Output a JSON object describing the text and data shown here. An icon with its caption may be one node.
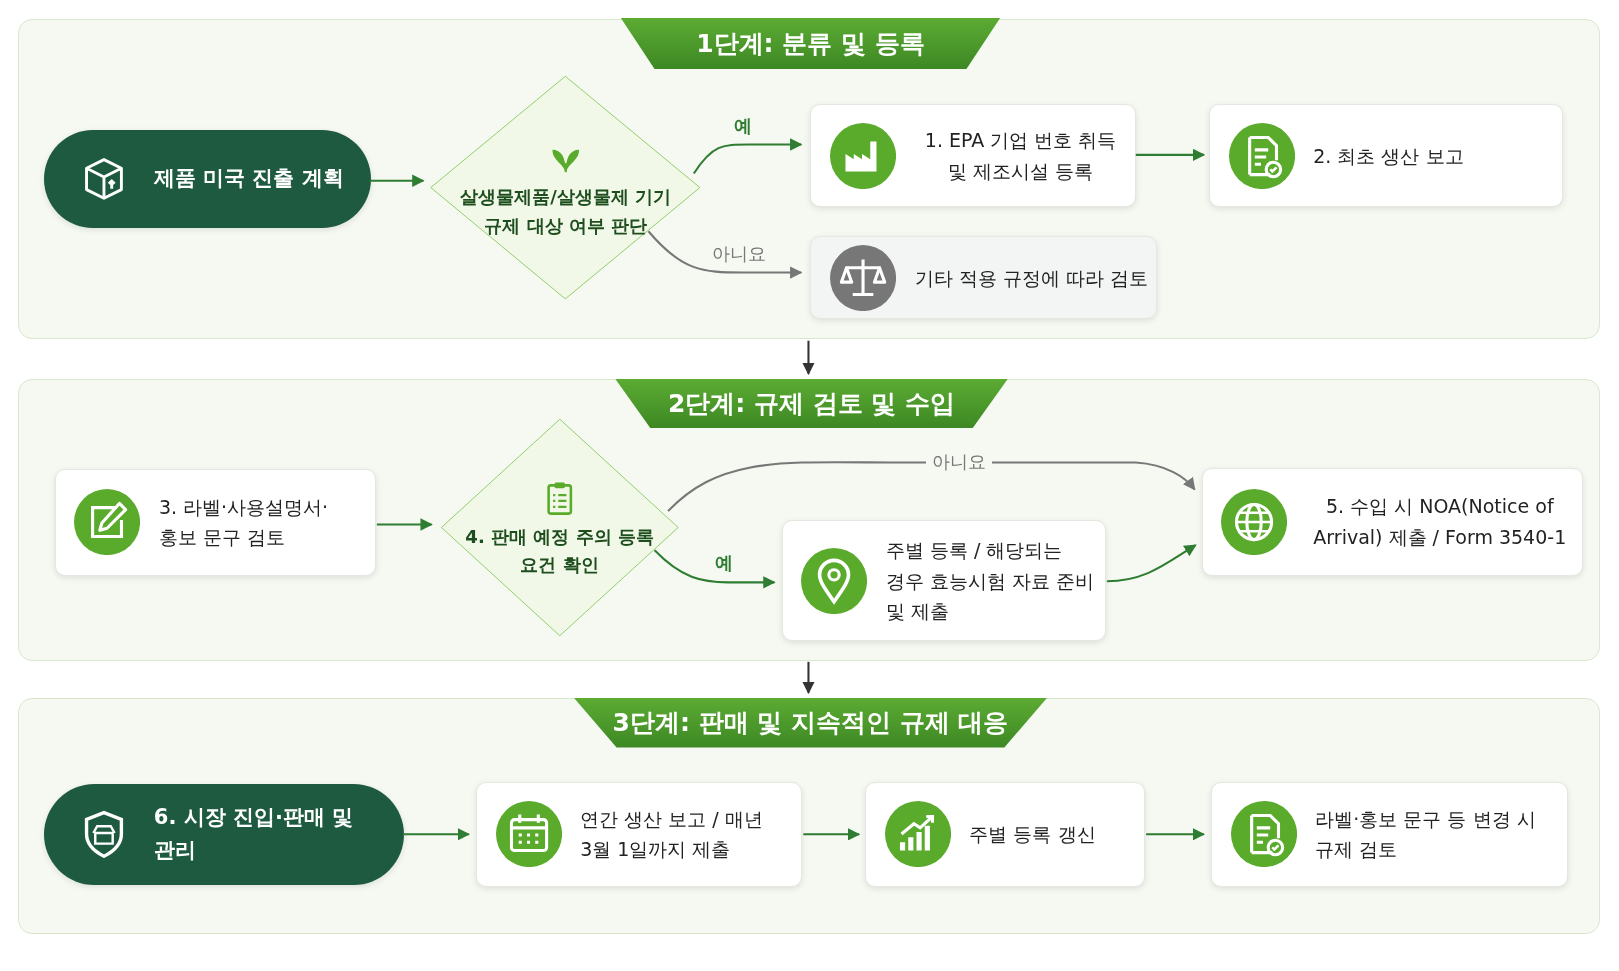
{
  "diagram": {
    "nodes": [
      {
        "text": [
          "1단계: 분류 및 등록"
        ]
      },
      {
        "text": [
          "제품 미국 진출 계획"
        ],
        "in": 0
      },
      {
        "text": [
          "살생물제품/살생물제 기기 규제 대상 여부 판단"
        ],
        "in": 0
      },
      {
        "text": [
          "1. EPA 기업 번호 취득 및 제조시설 등록"
        ],
        "in": 0
      },
      {
        "text": [
          "2. 최초 생산 보고"
        ],
        "in": 0
      },
      {
        "text": [
          "기타 적용 규정에 따라 검토"
        ],
        "in": 0
      },
      {
        "text": [
          "2단계: 규제 검토 및 수입"
        ]
      },
      {
        "text": [
          "3. 라벨·사용설명서· 홍보 문구 검토"
        ],
        "in": 6
      },
      {
        "text": [
          "4. 판매 예정 주의 등록 요건 확인"
        ],
        "in": 6
      },
      {
        "text": [
          "주별 등록 / 해당되는 경우 효능시험 자료 준비 및 제출"
        ],
        "in": 6
      },
      {
        "text": [
          "5. 수입 시 NOA(Notice of Arrival) 제출 / Form 3540-1"
        ],
        "in": 6
      },
      {
        "text": [
          "3단계: 판매 및 지속적인 규제 대응"
        ]
      },
      {
        "text": [
          "6. 시장 진입·판매 및 관리"
        ],
        "in": 11
      },
      {
        "text": [
          "연간 생산 보고 / 매년 3월 1일까지 제출"
        ],
        "in": 11
      },
      {
        "text": [
          "주별 등록 갱신"
        ],
        "in": 11
      },
      {
        "text": [
          "라벨·홍보 문구 등 변경 시 규제 검토"
        ],
        "in": 11
      }
    ],
    "edges": [
      {
        "from": 1,
        "to": 2,
        "arrow": "to"
      },
      {
        "from": 2,
        "to": 3,
        "arrow": "to",
        "label": "예"
      },
      {
        "from": 2,
        "to": 5,
        "arrow": "to",
        "label": "아니요",
        "color": "#777777"
      },
      {
        "from": 3,
        "to": 4,
        "arrow": "to"
      },
      {
        "from": 0,
        "to": 6,
        "arrow": "to",
        "color": "#333333"
      },
      {
        "from": 7,
        "to": 8,
        "arrow": "to"
      },
      {
        "from": 8,
        "to": 10,
        "arrow": "to",
        "label": "아니요",
        "color": "#777777"
      },
      {
        "from": 8,
        "to": 9,
        "arrow": "to",
        "label": "예"
      },
      {
        "from": 9,
        "to": 10,
        "arrow": "to"
      },
      {
        "from": 6,
        "to": 11,
        "arrow": "to",
        "color": "#333333"
      },
      {
        "from": 12,
        "to": 13,
        "arrow": "to"
      },
      {
        "from": 13,
        "to": 14,
        "arrow": "to"
      },
      {
        "from": 14,
        "to": 15,
        "arrow": "to"
      }
    ]
  }
}
